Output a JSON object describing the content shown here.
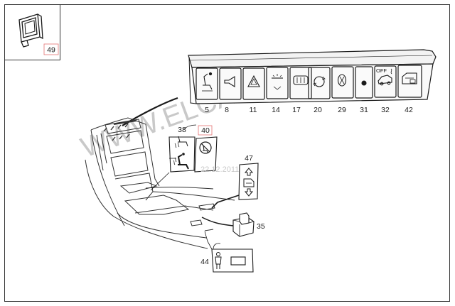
{
  "diagram": {
    "inset_label": "49",
    "switch_panel_labels": [
      "5",
      "8",
      "11",
      "14",
      "17",
      "20",
      "29",
      "31",
      "32",
      "42"
    ],
    "switch_off_text": "OFF",
    "seat_switch_labels": [
      "38",
      "40"
    ],
    "mirror_switch_label": "47",
    "connector_label": "35",
    "bottom_switch_label": "44",
    "watermark": "WWW.ELCATS.RU",
    "date_stamp": "22.12.2011"
  }
}
